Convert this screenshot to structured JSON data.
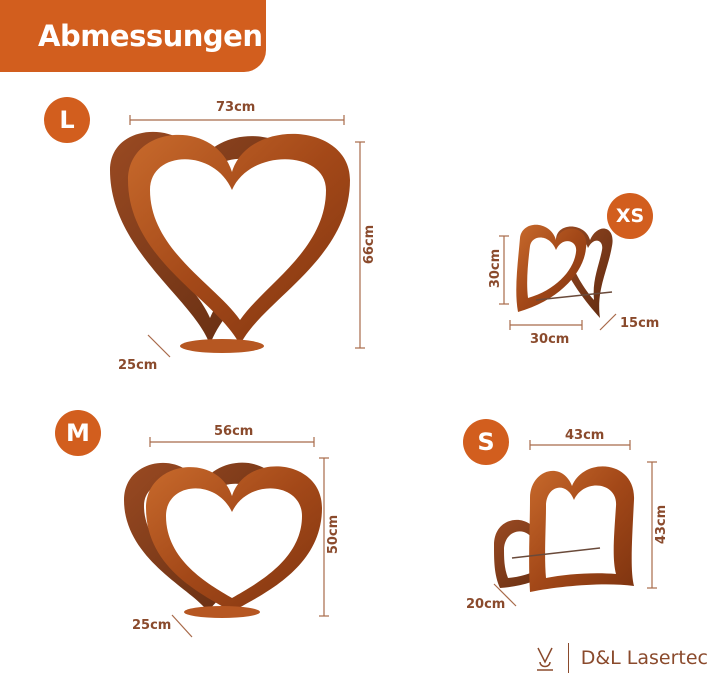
{
  "header": {
    "title": "Abmessungen"
  },
  "sizes": {
    "L": {
      "badge": "L",
      "width": "73cm",
      "height": "66cm",
      "depth": "25cm"
    },
    "XS": {
      "badge": "XS",
      "width": "30cm",
      "height": "30cm",
      "depth": "15cm"
    },
    "M": {
      "badge": "M",
      "width": "56cm",
      "height": "50cm",
      "depth": "25cm"
    },
    "S": {
      "badge": "S",
      "width": "43cm",
      "height": "43cm",
      "depth": "20cm"
    }
  },
  "brand": {
    "name": "D&L Lasertec"
  },
  "colors": {
    "accent": "#d25e1e",
    "rust": "#a24a1c",
    "text": "#8a4a2c"
  }
}
